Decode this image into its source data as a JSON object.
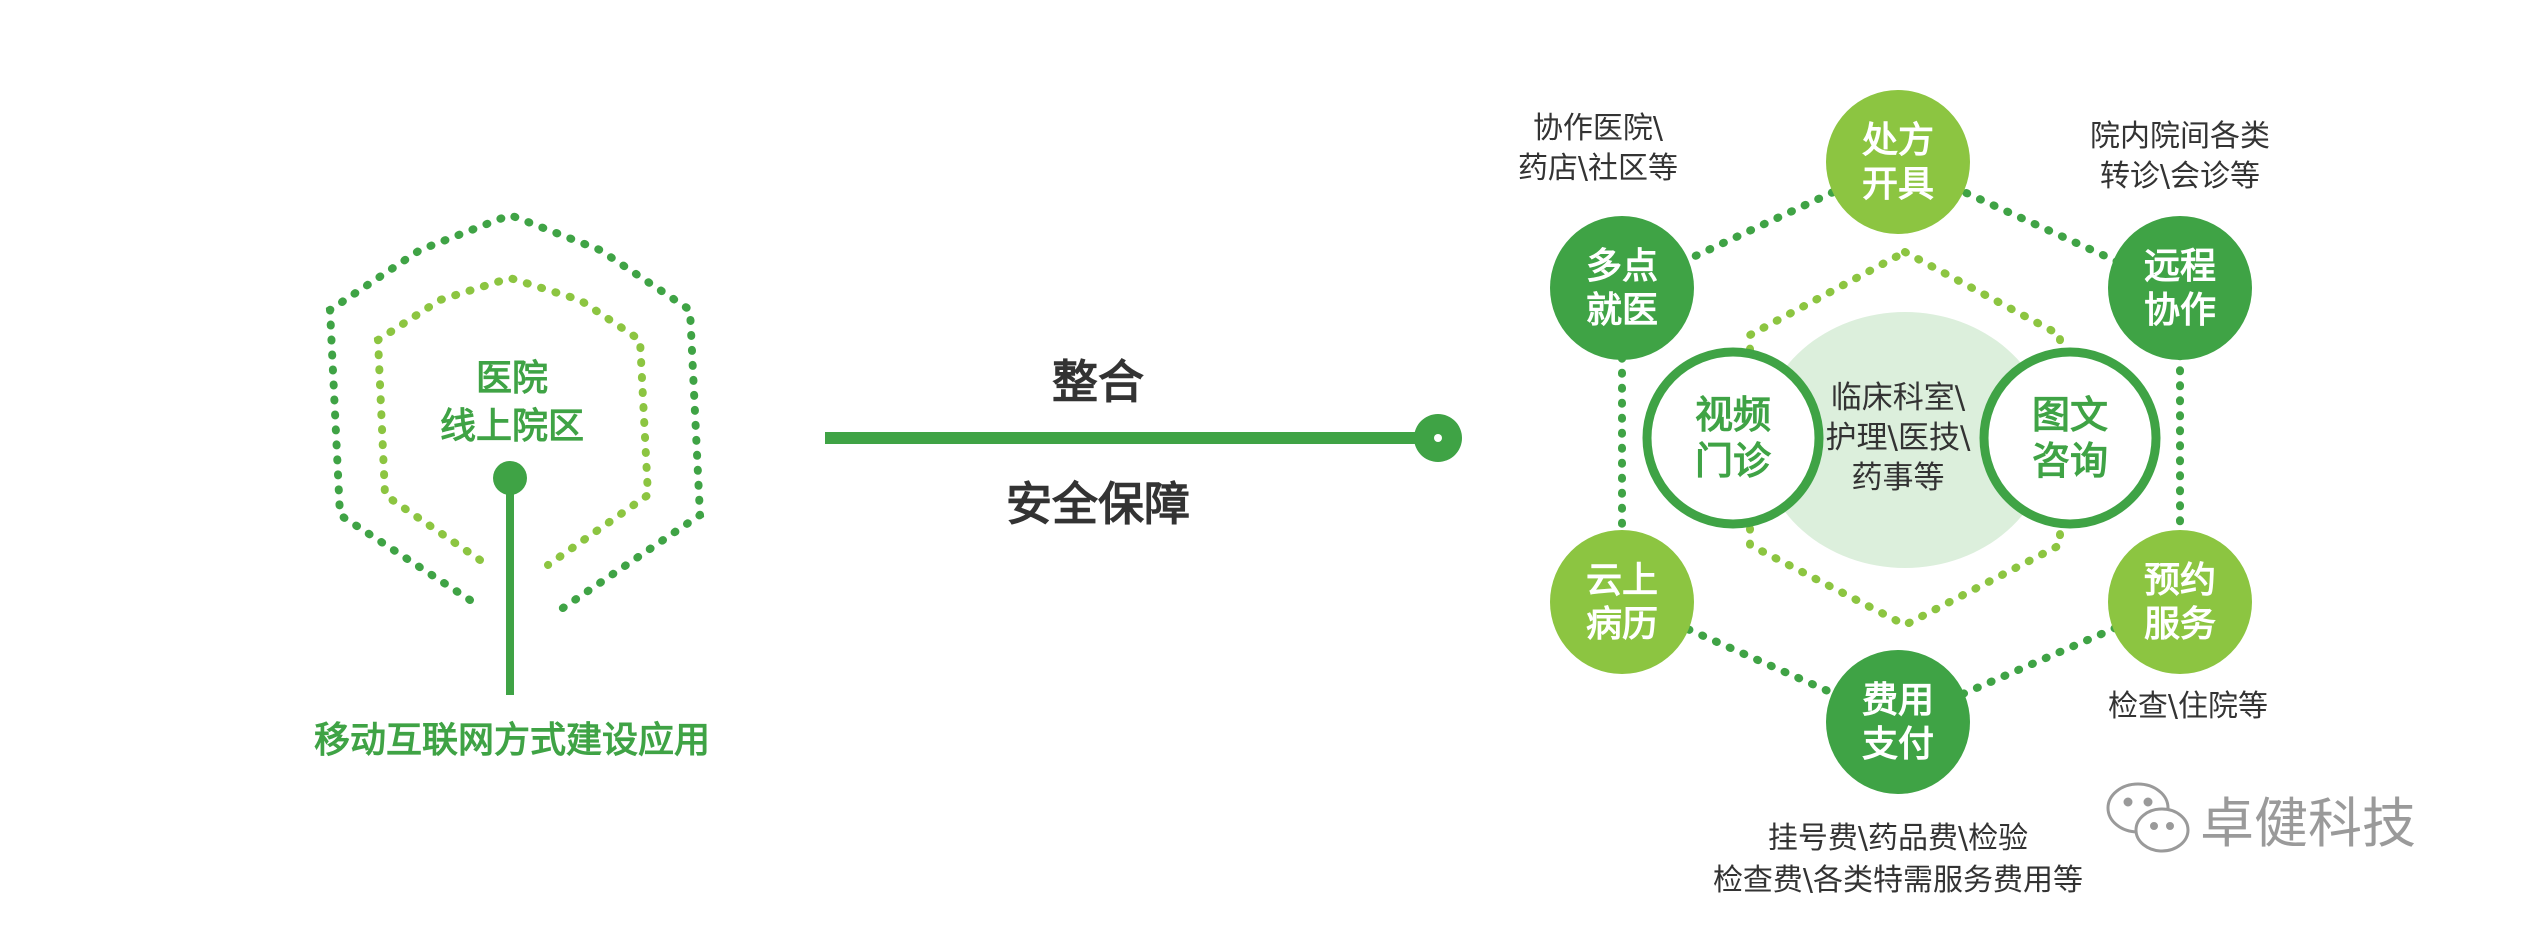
{
  "colors": {
    "dark_green": "#3fa345",
    "light_green": "#8cc541",
    "center_fill": "#dcefdc",
    "text_dark": "#333333",
    "watermark": "#9a9a9a"
  },
  "left": {
    "title_line1": "医院",
    "title_line2": "线上院区",
    "caption": "移动互联网方式建设应用"
  },
  "middle": {
    "top_label": "整合",
    "bottom_label": "安全保障"
  },
  "right": {
    "center_text": [
      "临床科室\\",
      "护理\\医技\\",
      "药事等"
    ],
    "left_circle": [
      "视频",
      "门诊"
    ],
    "right_circle": [
      "图文",
      "咨询"
    ],
    "nodes": [
      {
        "id": "top",
        "lines": [
          "处方",
          "开具"
        ]
      },
      {
        "id": "top-left",
        "lines": [
          "多点",
          "就医"
        ]
      },
      {
        "id": "top-right",
        "lines": [
          "远程",
          "协作"
        ]
      },
      {
        "id": "bottom-left",
        "lines": [
          "云上",
          "病历"
        ]
      },
      {
        "id": "bottom-right",
        "lines": [
          "预约",
          "服务"
        ]
      },
      {
        "id": "bottom",
        "lines": [
          "费用",
          "支付"
        ]
      }
    ],
    "annotations": {
      "top_left": [
        "协作医院\\",
        "药店\\社区等"
      ],
      "top_right": [
        "院内院间各类",
        "转诊\\会诊等"
      ],
      "bottom_right": [
        "检查\\住院等"
      ],
      "bottom": [
        "挂号费\\药品费\\检验",
        "检查费\\各类特需服务费用等"
      ]
    }
  },
  "watermark": {
    "text": "卓健科技",
    "icon": "wechat-icon"
  }
}
